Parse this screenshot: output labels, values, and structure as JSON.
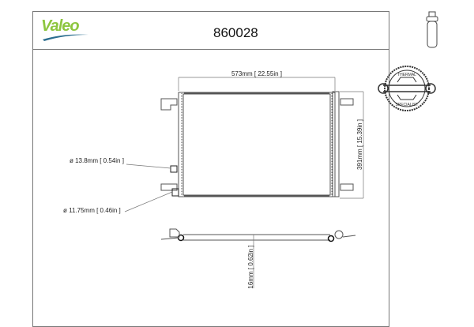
{
  "header": {
    "brand": "Valeo",
    "part_number": "860028"
  },
  "dimensions": {
    "width": "573mm [ 22.55in ]",
    "height": "391mm [ 15.39in ]",
    "depth": "16mm [ 0.62in ]",
    "inlet_diameter": "ø 13.8mm [ 0.54in ]",
    "outlet_diameter": "ø 11.75mm [ 0.46in ]"
  },
  "badge": {
    "top_text": "THERMAL",
    "bottom_text": "SPECIALIST"
  },
  "colors": {
    "brand": "#8dc63f",
    "swoosh": "#2c6e8f",
    "lines": "#555555"
  }
}
